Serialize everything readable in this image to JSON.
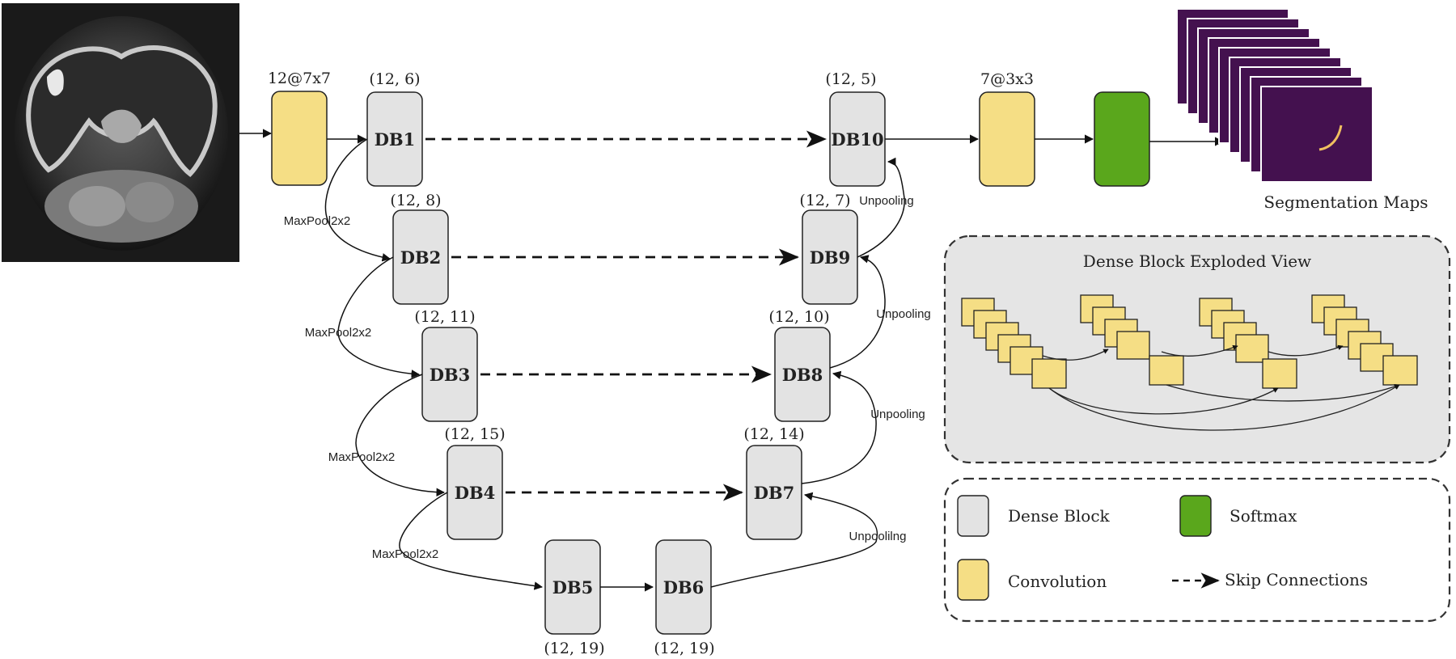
{
  "input_image": {
    "kind": "knee-mri-slice"
  },
  "first_conv": {
    "label": "12@7x7"
  },
  "blocks": [
    {
      "id": "db1",
      "label": "DB1",
      "dims": "(12, 6)"
    },
    {
      "id": "db2",
      "label": "DB2",
      "dims": "(12, 8)"
    },
    {
      "id": "db3",
      "label": "DB3",
      "dims": "(12, 11)"
    },
    {
      "id": "db4",
      "label": "DB4",
      "dims": "(12, 15)"
    },
    {
      "id": "db5",
      "label": "DB5",
      "dims": "(12, 19)"
    },
    {
      "id": "db6",
      "label": "DB6",
      "dims": "(12, 19)"
    },
    {
      "id": "db7",
      "label": "DB7",
      "dims": "(12, 14)"
    },
    {
      "id": "db8",
      "label": "DB8",
      "dims": "(12, 10)"
    },
    {
      "id": "db9",
      "label": "DB9",
      "dims": "(12, 7)"
    },
    {
      "id": "db10",
      "label": "DB10",
      "dims": "(12, 5)"
    }
  ],
  "down_ops": [
    "MaxPool2x2",
    "MaxPool2x2",
    "MaxPool2x2",
    "MaxPool2x2"
  ],
  "up_ops": [
    "Unpoolilng",
    "Unpooling",
    "Unpooling",
    "Unpooling"
  ],
  "last_conv": {
    "label": "7@3x3"
  },
  "output": {
    "label": "Segmentation Maps",
    "map_color": "#44114f"
  },
  "dense_block_view": {
    "title": "Dense Block Exploded View"
  },
  "legend": {
    "dense_block": "Dense Block",
    "softmax": "Softmax",
    "convolution": "Convolution",
    "skip": "Skip Connections"
  },
  "colors": {
    "dense_block_fill": "#e3e3e3",
    "conv_fill": "#f5de85",
    "softmax_fill": "#5aa71c",
    "panel_fill": "#e5e5e5"
  }
}
